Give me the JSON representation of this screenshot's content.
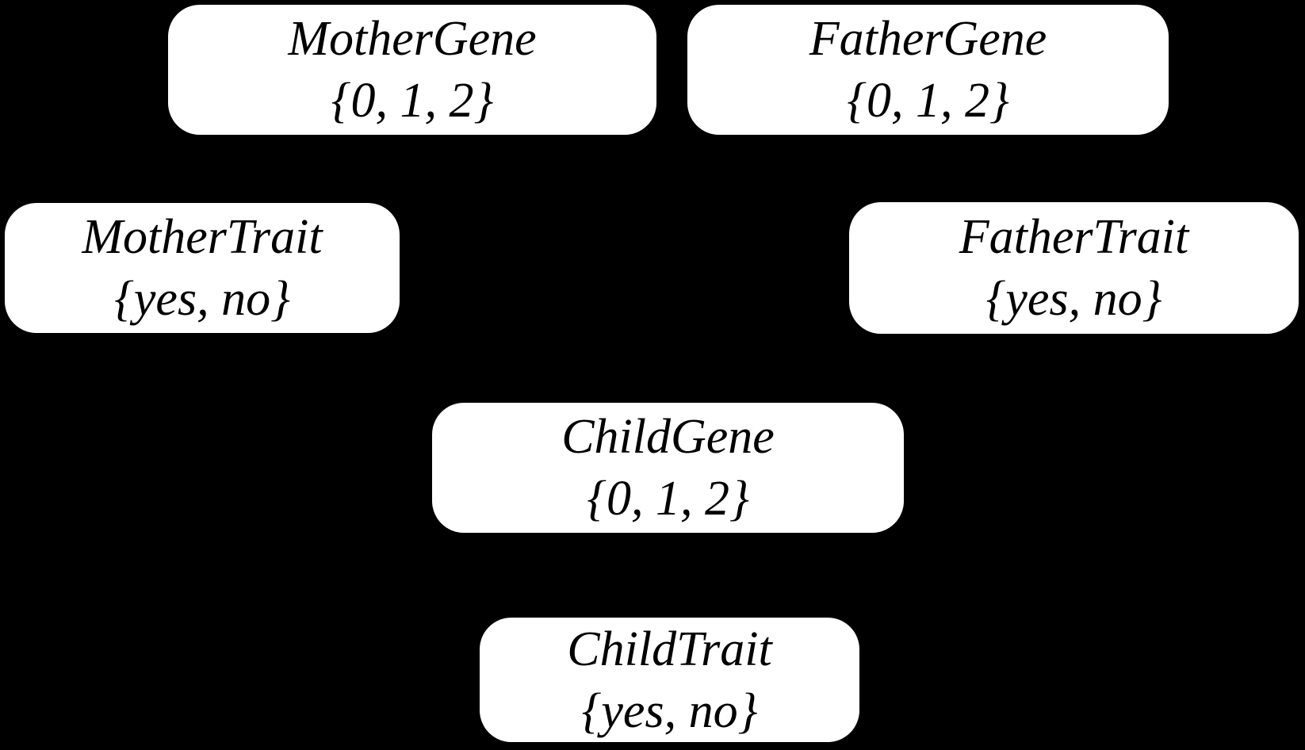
{
  "canvas": {
    "background_color": "#000000",
    "node_fill_color": "#ffffff",
    "node_text_color": "#000000"
  },
  "diagram": {
    "type": "bayesian-network",
    "nodes": [
      {
        "id": "mother-gene",
        "label": "MotherGene",
        "domain": "{0, 1, 2}"
      },
      {
        "id": "father-gene",
        "label": "FatherGene",
        "domain": "{0, 1, 2}"
      },
      {
        "id": "mother-trait",
        "label": "MotherTrait",
        "domain": "{yes, no}"
      },
      {
        "id": "father-trait",
        "label": "FatherTrait",
        "domain": "{yes, no}"
      },
      {
        "id": "child-gene",
        "label": "ChildGene",
        "domain": "{0, 1, 2}"
      },
      {
        "id": "child-trait",
        "label": "ChildTrait",
        "domain": "{yes, no}"
      }
    ]
  }
}
